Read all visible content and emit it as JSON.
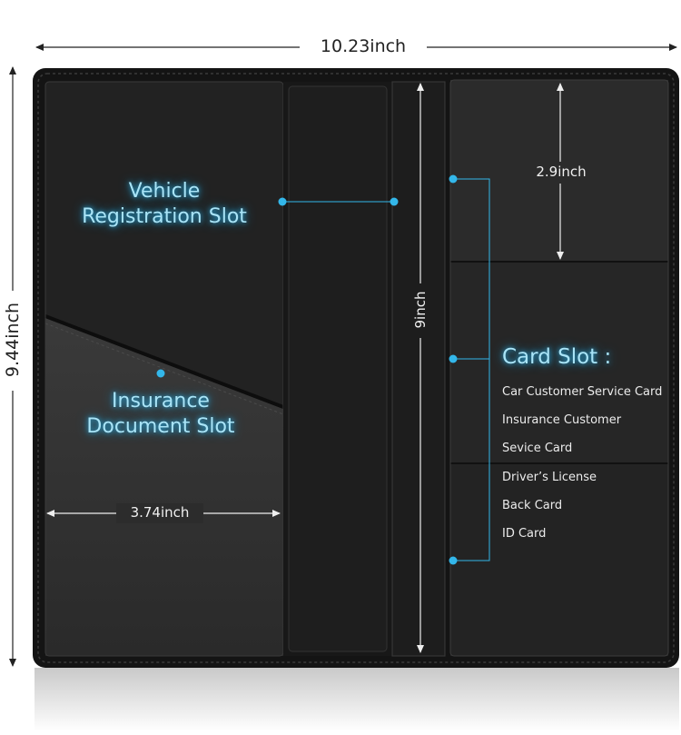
{
  "dimensions": {
    "width_label": "10.23inch",
    "height_label": "9.44inch",
    "slot_height_label": "9inch",
    "pocket_width_label": "3.74inch",
    "card_height_label": "2.9inch"
  },
  "slots": {
    "vehicle_registration": {
      "line1": "Vehicle",
      "line2": "Registration Slot"
    },
    "insurance_document": {
      "line1": "Insurance",
      "line2": "Document Slot"
    }
  },
  "card_slot": {
    "title": "Card Slot :",
    "items": [
      "Car Customer Service Card",
      "Insurance Customer",
      "Sevice Card",
      "Driver’s License",
      "Back Card",
      "ID Card"
    ]
  },
  "colors": {
    "leather": "#151515",
    "panel": "#222222",
    "accent": "#33b7ea",
    "glow_text": "#a9e4f7"
  }
}
